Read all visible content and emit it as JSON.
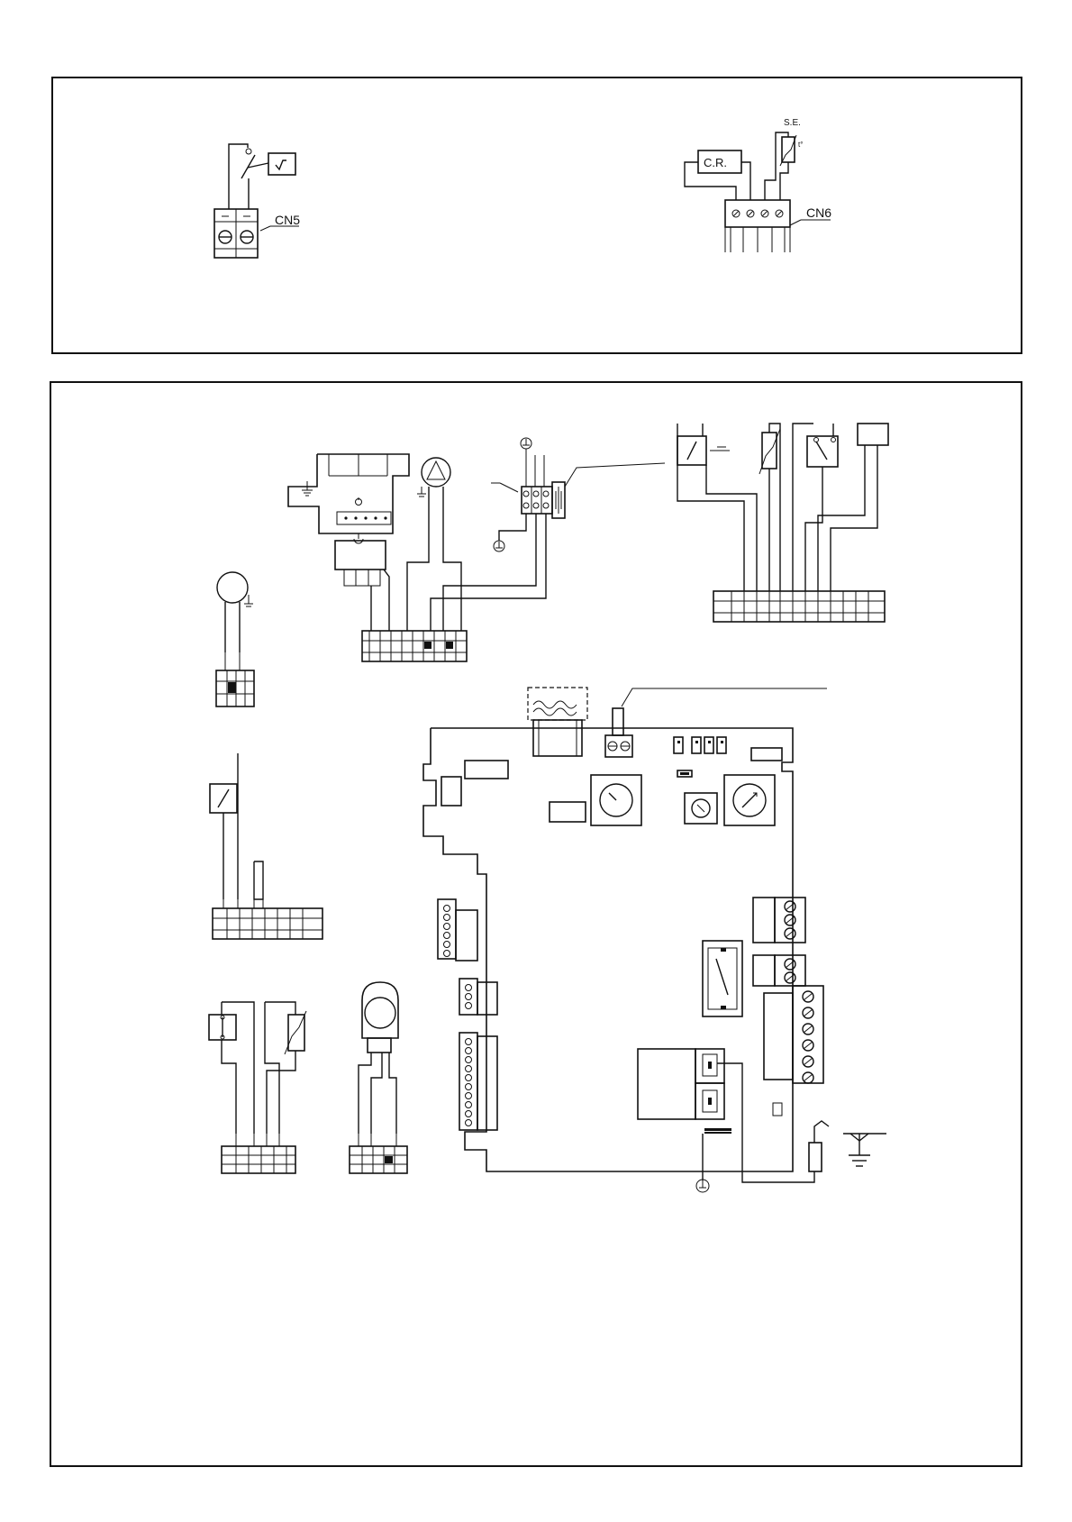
{
  "labels": {
    "cn5": "CN5",
    "cn6": "CN6",
    "cr": "C.R.",
    "se": "S.E.",
    "t_symbol": "t°"
  },
  "colors": {
    "ink": "#111111",
    "paper": "#ffffff"
  }
}
